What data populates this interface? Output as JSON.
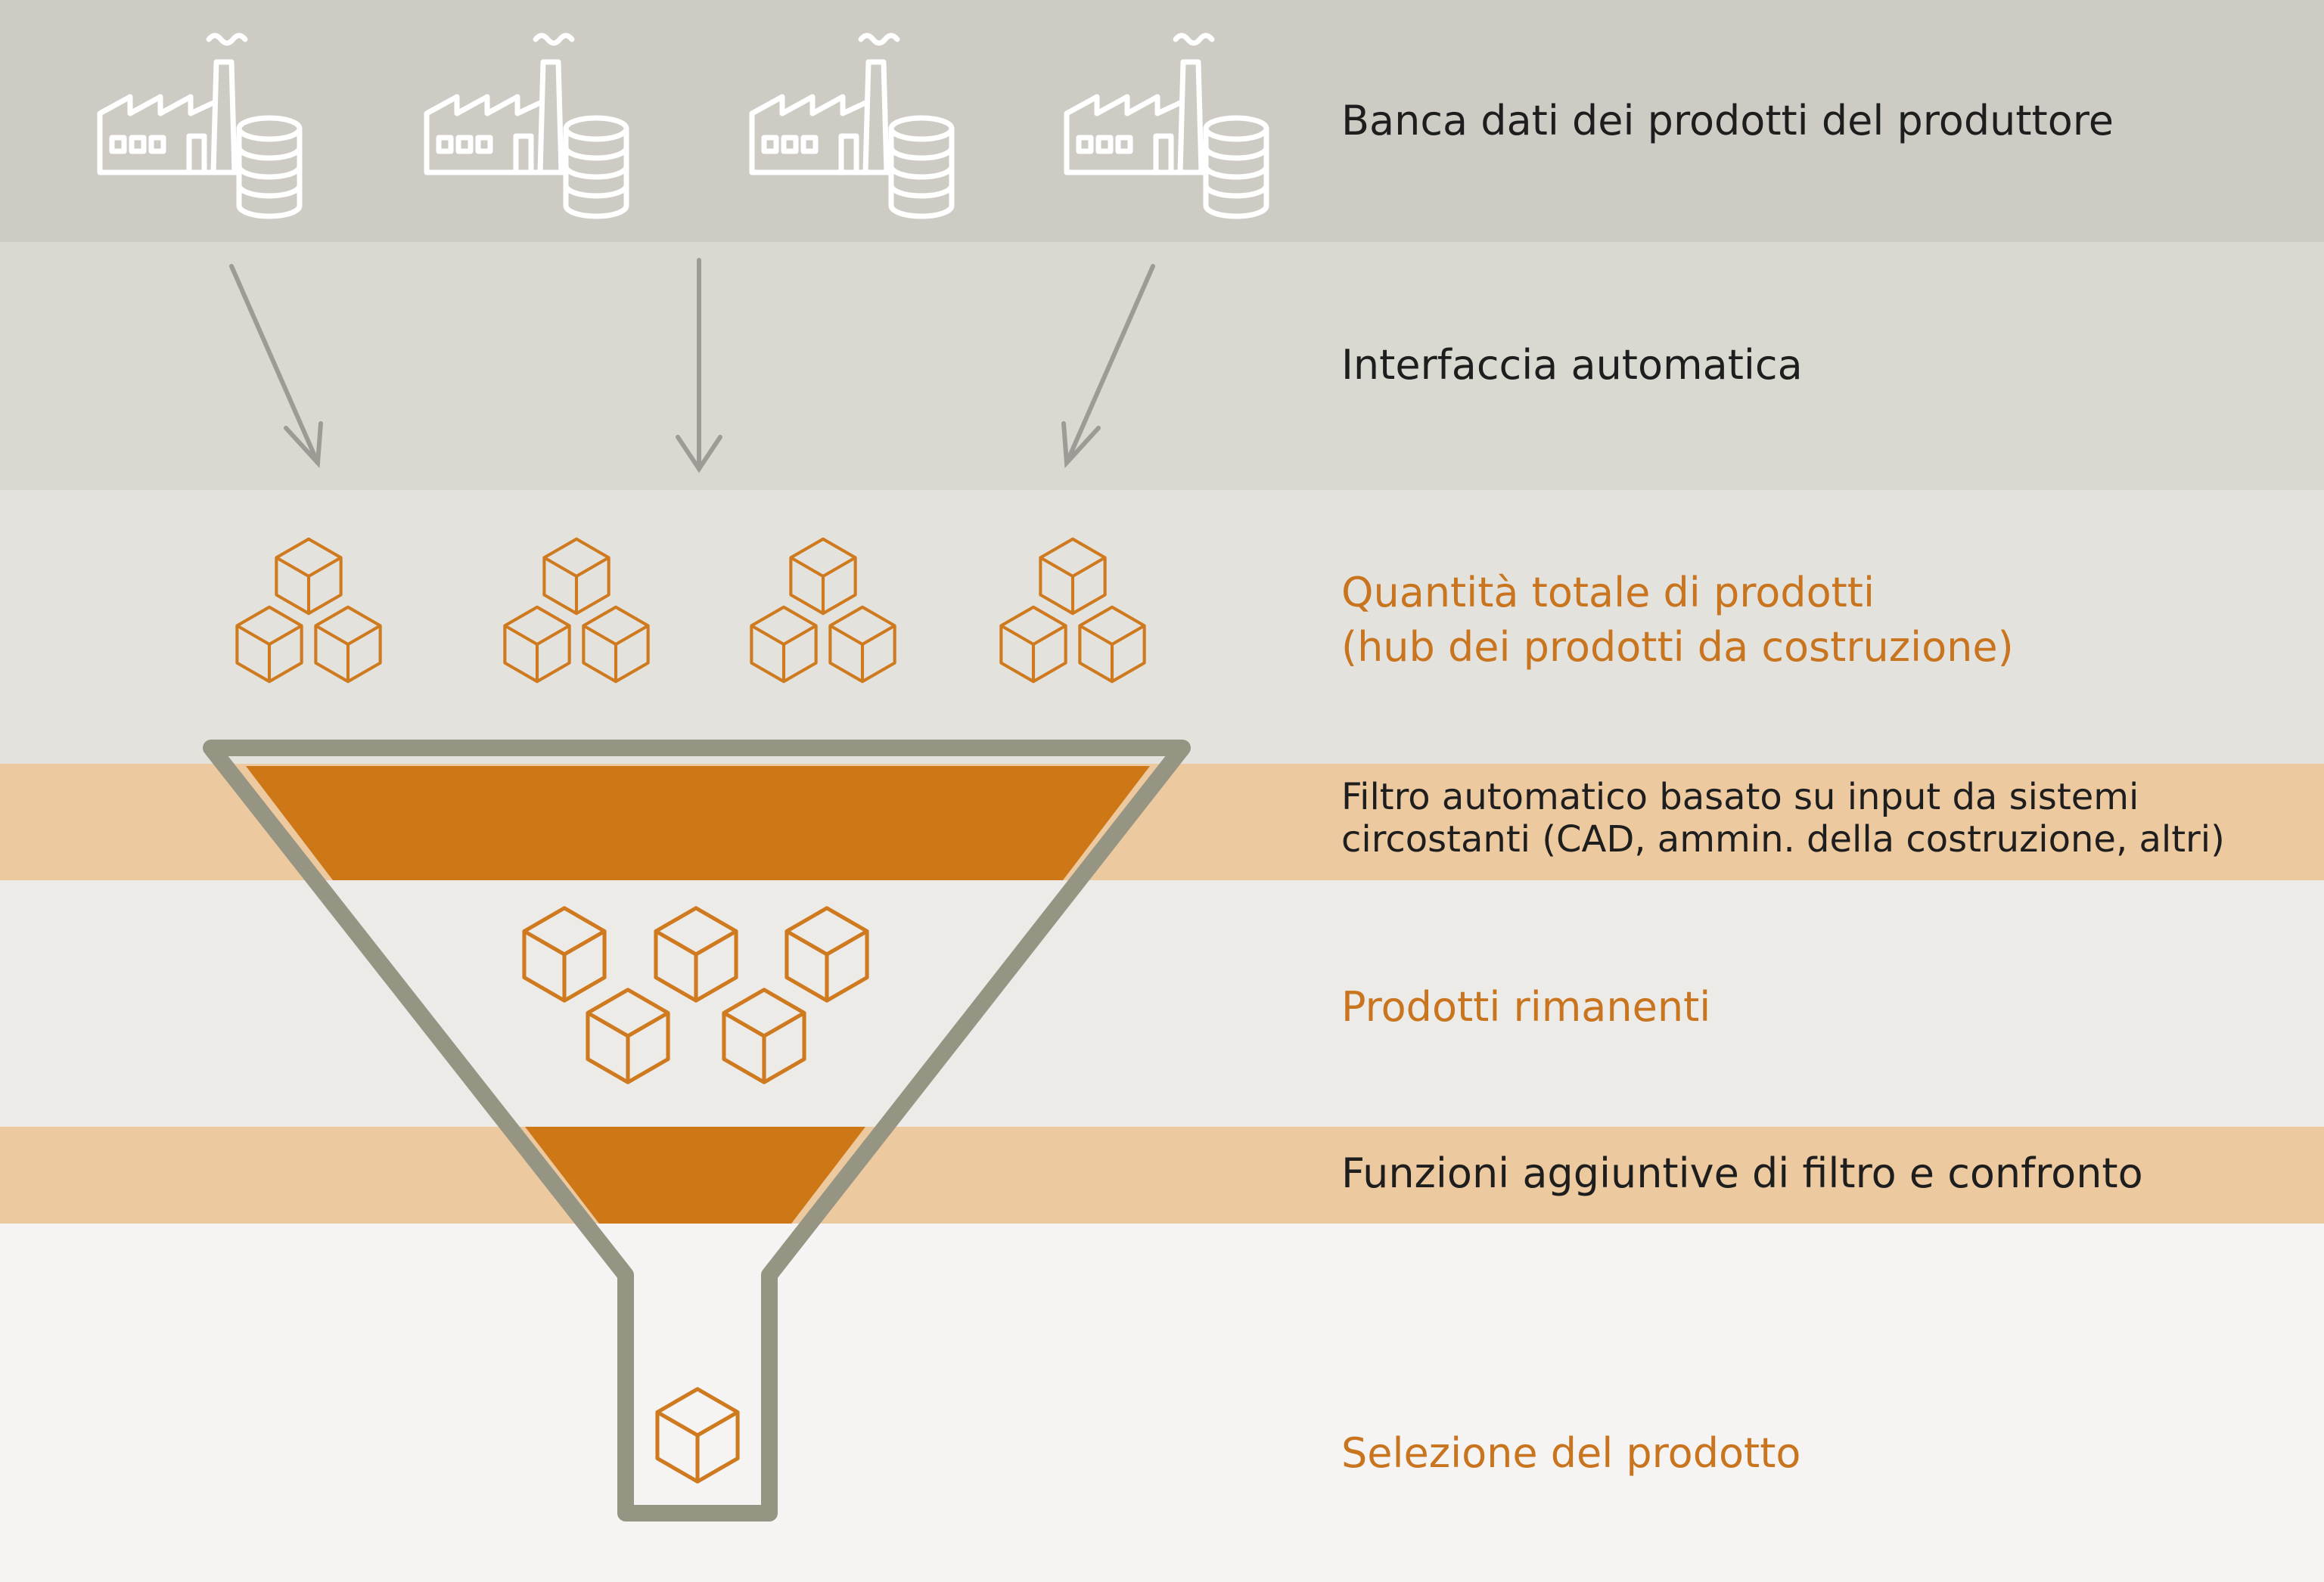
{
  "colors": {
    "band_1": "#cdcbc4",
    "band_2": "#d9d9d2",
    "band_3": "#e3e2dd",
    "band_filter": "#ecc99f",
    "band_remaining": "#ecebe8",
    "band_selection": "#f5f4f2",
    "funnel_stroke": "#969584",
    "funnel_fill": "#ce7716",
    "cube_stroke": "#cf7a1f",
    "arrow": "#9c9b95",
    "factory": "#ffffff",
    "text_dark": "#1e1e1e",
    "text_orange": "#c9741e"
  },
  "icons": {
    "factory": "factory-database-icon",
    "cube": "cube-icon",
    "arrow": "arrow-down-icon",
    "funnel": "funnel-icon"
  },
  "labels": {
    "manufacturer_db": "Banca dati dei prodotti del produttore",
    "automatic_interface": "Interfaccia automatica",
    "total_quantity": [
      "Quantità totale di prodotti",
      "(hub dei prodotti da costruzione)"
    ],
    "automatic_filter": [
      "Filtro automatico basato su input da sistemi",
      "circostanti (CAD, ammin. della costruzione, altri)"
    ],
    "remaining_products": "Prodotti rimanenti",
    "additional_functions": "Funzioni aggiuntive di filtro e confronto",
    "product_selection": "Selezione del prodotto"
  }
}
